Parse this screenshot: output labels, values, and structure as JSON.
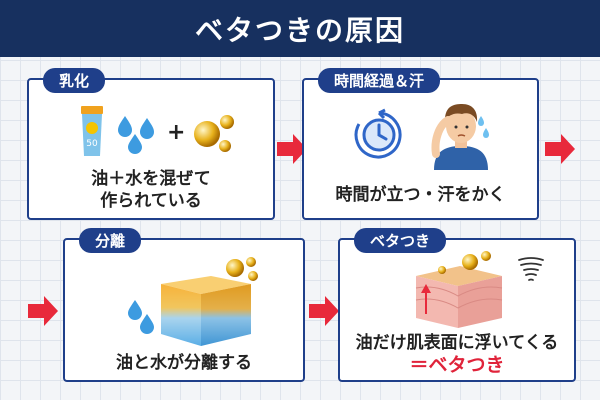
{
  "title": "ベタつきの原因",
  "steps": [
    {
      "tag": "乳化",
      "caption": [
        "油＋水を混ぜて",
        "作られている"
      ],
      "plus": "+",
      "sunscreen_label": "50"
    },
    {
      "tag": "時間経過＆汗",
      "caption": [
        "時間が立つ・汗をかく"
      ]
    },
    {
      "tag": "分離",
      "caption": [
        "油と水が分離する"
      ]
    },
    {
      "tag": "ベタつき",
      "caption": [
        "油だけ肌表面に浮いてくる",
        "＝ベタつき"
      ]
    }
  ],
  "colors": {
    "title_bg": "#17305f",
    "card_border": "#1f3f8a",
    "tag_bg": "#1f3f8a",
    "arrow": "#e8293b",
    "emphasis": "#e0233a",
    "water": "#3d9be0",
    "oil": "#e0a21a"
  },
  "icons": [
    "sunscreen-tube-icon",
    "water-drop-icon",
    "oil-drop-icon",
    "clock-icon",
    "sweating-man-icon",
    "separated-cube-icon",
    "skin-layer-icon",
    "swirl-icon",
    "arrow-right-icon"
  ]
}
